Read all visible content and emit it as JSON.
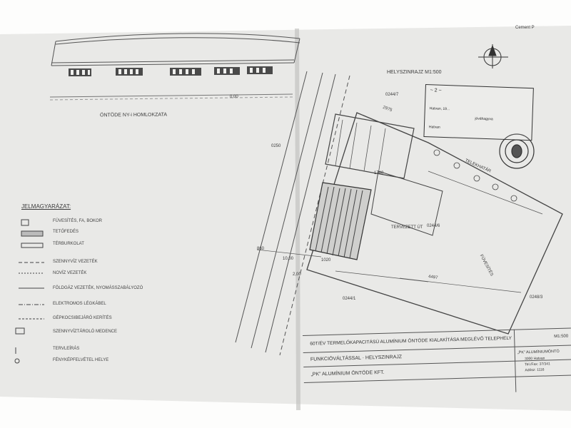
{
  "sheet": {
    "corner_label": "Cement P"
  },
  "facade": {
    "title": "ÖNTÖDE NY-i HOMLOKZATA",
    "level": "0,00"
  },
  "site_plan": {
    "title": "HELYSZINRAJZ M1:500",
    "parcels": [
      "0244/7",
      "0244/6",
      "0244/1",
      "0248/3",
      "0250"
    ],
    "dimensions": [
      "2975",
      "1740",
      "4497",
      "1020",
      "860",
      "10,00",
      "2,00"
    ],
    "labels": [
      "FÜVESÍTÉS",
      "TERVEZETT ÚT",
      "TELEKHATÁR"
    ]
  },
  "legend": {
    "title": "JELMAGYARÁZAT:",
    "items": [
      {
        "label": "FÜVESÍTÉS, FA, BOKOR"
      },
      {
        "label": "TETŐFEDÉS"
      },
      {
        "label": "TÉRBURKOLAT"
      },
      {
        "label": "SZENNYVÍZ VEZETÉK"
      },
      {
        "label": "NOVÍZ VEZETÉK"
      },
      {
        "label": "FÖLDGÁZ VEZETÉK, NYOMÁSSZABÁLYOZÓ"
      },
      {
        "label": "ELEKTROMOS LÉGKÁBEL"
      },
      {
        "label": "GÉPKOCSIBEJÁRÓ KERÍTÉS"
      },
      {
        "label": "SZENNYVÍZTÁROLÓ MEDENCE"
      },
      {
        "label": "TERVLEÍRÁS"
      },
      {
        "label": "FÉNYKÉPFELVÉTEL HELYE"
      }
    ]
  },
  "approval_stamp": {
    "lines": [
      "Hatvan, 19...",
      "jóváhagyva",
      "Hatvan"
    ]
  },
  "title_block": {
    "project": "60T/ÉV TERMELŐKAPACITÁSÚ ALUMÍNIUM ÖNTÖDE KIALAKÍTÁSA MEGLÉVŐ TELEPHELY",
    "scale": "M1:500",
    "subject": "FUNKCIÓVÁLTÁSSAL · HELYSZINRAJZ",
    "client": "„PK” ALUMÍNIUM ÖNTÖDE KFT.",
    "designer_company": "„PK” ALUMÍNIUMÖNTÖ",
    "designer_address": "3000 Hatvan",
    "designer_phone": "Tel./Fax: 37/341",
    "designer_tax": "Adósz: 1116"
  }
}
